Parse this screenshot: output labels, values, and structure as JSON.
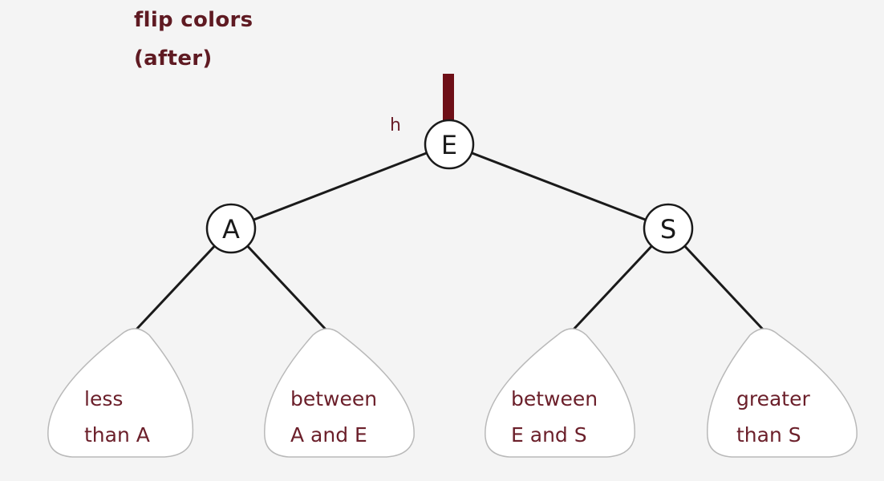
{
  "title": {
    "line1": "flip colors",
    "line2": "(after)"
  },
  "pointer_label": "h",
  "colors": {
    "title": "#5f1a22",
    "red_link": "#6e0f17",
    "edge": "#1a1a1a",
    "subtree_text": "#6b1f2a",
    "subtree_border": "#b9b9b9"
  },
  "tree": {
    "root": "E",
    "left": "A",
    "right": "S",
    "subtrees": [
      {
        "line1": "less",
        "line2": "than A"
      },
      {
        "line1": "between",
        "line2": "A and E"
      },
      {
        "line1": "between",
        "line2": "E and S"
      },
      {
        "line1": "greater",
        "line2": "than S"
      }
    ]
  }
}
